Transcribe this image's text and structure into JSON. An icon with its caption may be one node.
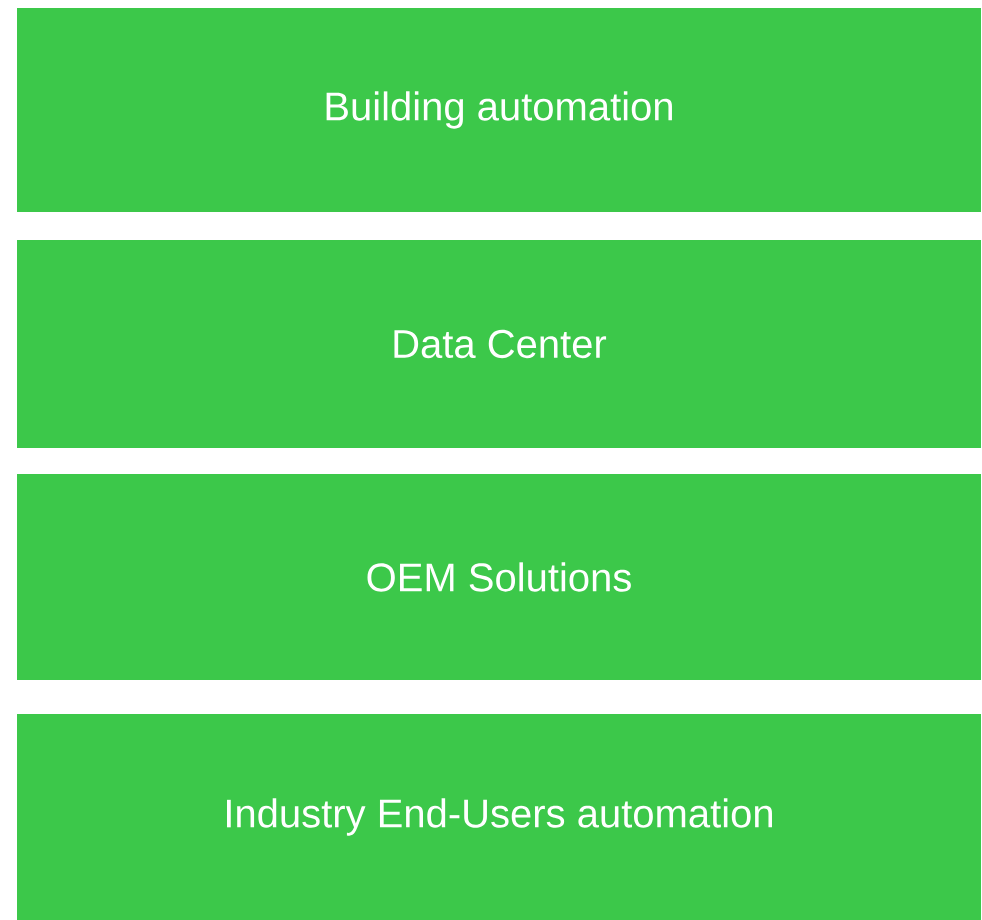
{
  "diagram": {
    "nodes": [
      {
        "text": [
          "Building automation"
        ]
      },
      {
        "text": [
          "Data Center"
        ]
      },
      {
        "text": [
          "OEM Solutions"
        ]
      },
      {
        "text": [
          "Industry End-Users automation"
        ]
      }
    ]
  }
}
